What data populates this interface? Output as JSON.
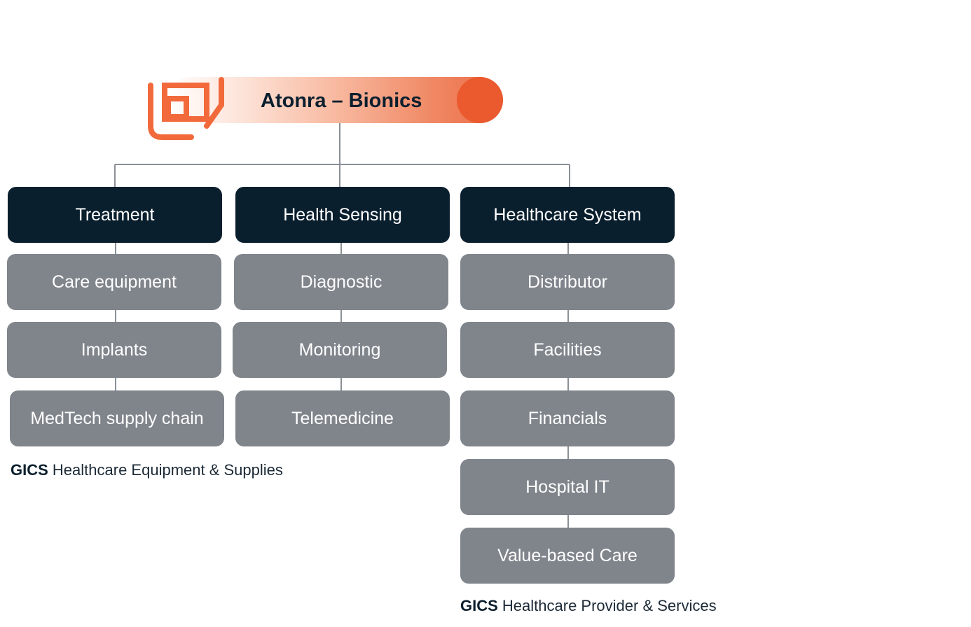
{
  "header": {
    "title": "Atonra – Bionics"
  },
  "columns": [
    {
      "category": "Treatment",
      "items": [
        "Care equipment",
        "Implants",
        "MedTech supply chain"
      ]
    },
    {
      "category": "Health Sensing",
      "items": [
        "Diagnostic",
        "Monitoring",
        "Telemedicine"
      ]
    },
    {
      "category": "Healthcare System",
      "items": [
        "Distributor",
        "Facilities",
        "Financials",
        "Hospital IT",
        "Value-based Care"
      ]
    }
  ],
  "gics_labels": [
    {
      "prefix": "GICS",
      "text": "Healthcare Equipment & Supplies"
    },
    {
      "prefix": "GICS",
      "text": "Healthcare Provider & Services"
    }
  ],
  "colors": {
    "accent": "#ea5a2e",
    "dark_node": "#0a1f2e",
    "gray_node": "#80858c",
    "connector": "#8a9096"
  },
  "icons": {
    "logo": "bionic-hand-icon"
  }
}
